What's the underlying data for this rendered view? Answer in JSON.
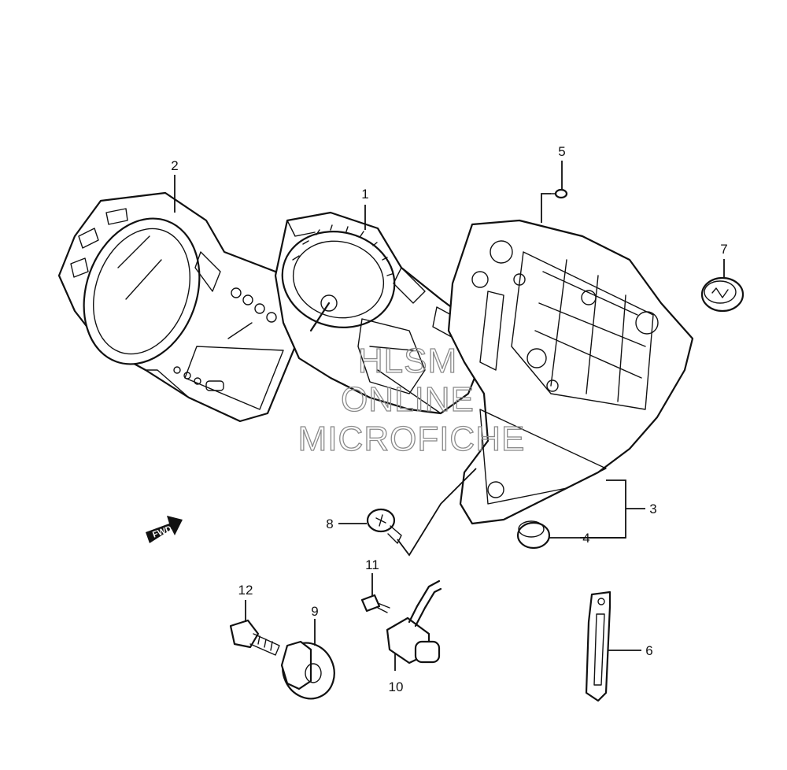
{
  "diagram": {
    "parts": [
      {
        "key": "p1",
        "label": "1"
      },
      {
        "key": "p2",
        "label": "2"
      },
      {
        "key": "p3",
        "label": "3"
      },
      {
        "key": "p4",
        "label": "4"
      },
      {
        "key": "p5",
        "label": "5"
      },
      {
        "key": "p6",
        "label": "6"
      },
      {
        "key": "p7",
        "label": "7"
      },
      {
        "key": "p8",
        "label": "8"
      },
      {
        "key": "p9",
        "label": "9"
      },
      {
        "key": "p10",
        "label": "10"
      },
      {
        "key": "p11",
        "label": "11"
      },
      {
        "key": "p12",
        "label": "12"
      }
    ],
    "fwd_label": "FWD"
  },
  "watermark": {
    "line1": "HLSM",
    "line2": "ONLINE",
    "line3": "MICROFICHE"
  }
}
